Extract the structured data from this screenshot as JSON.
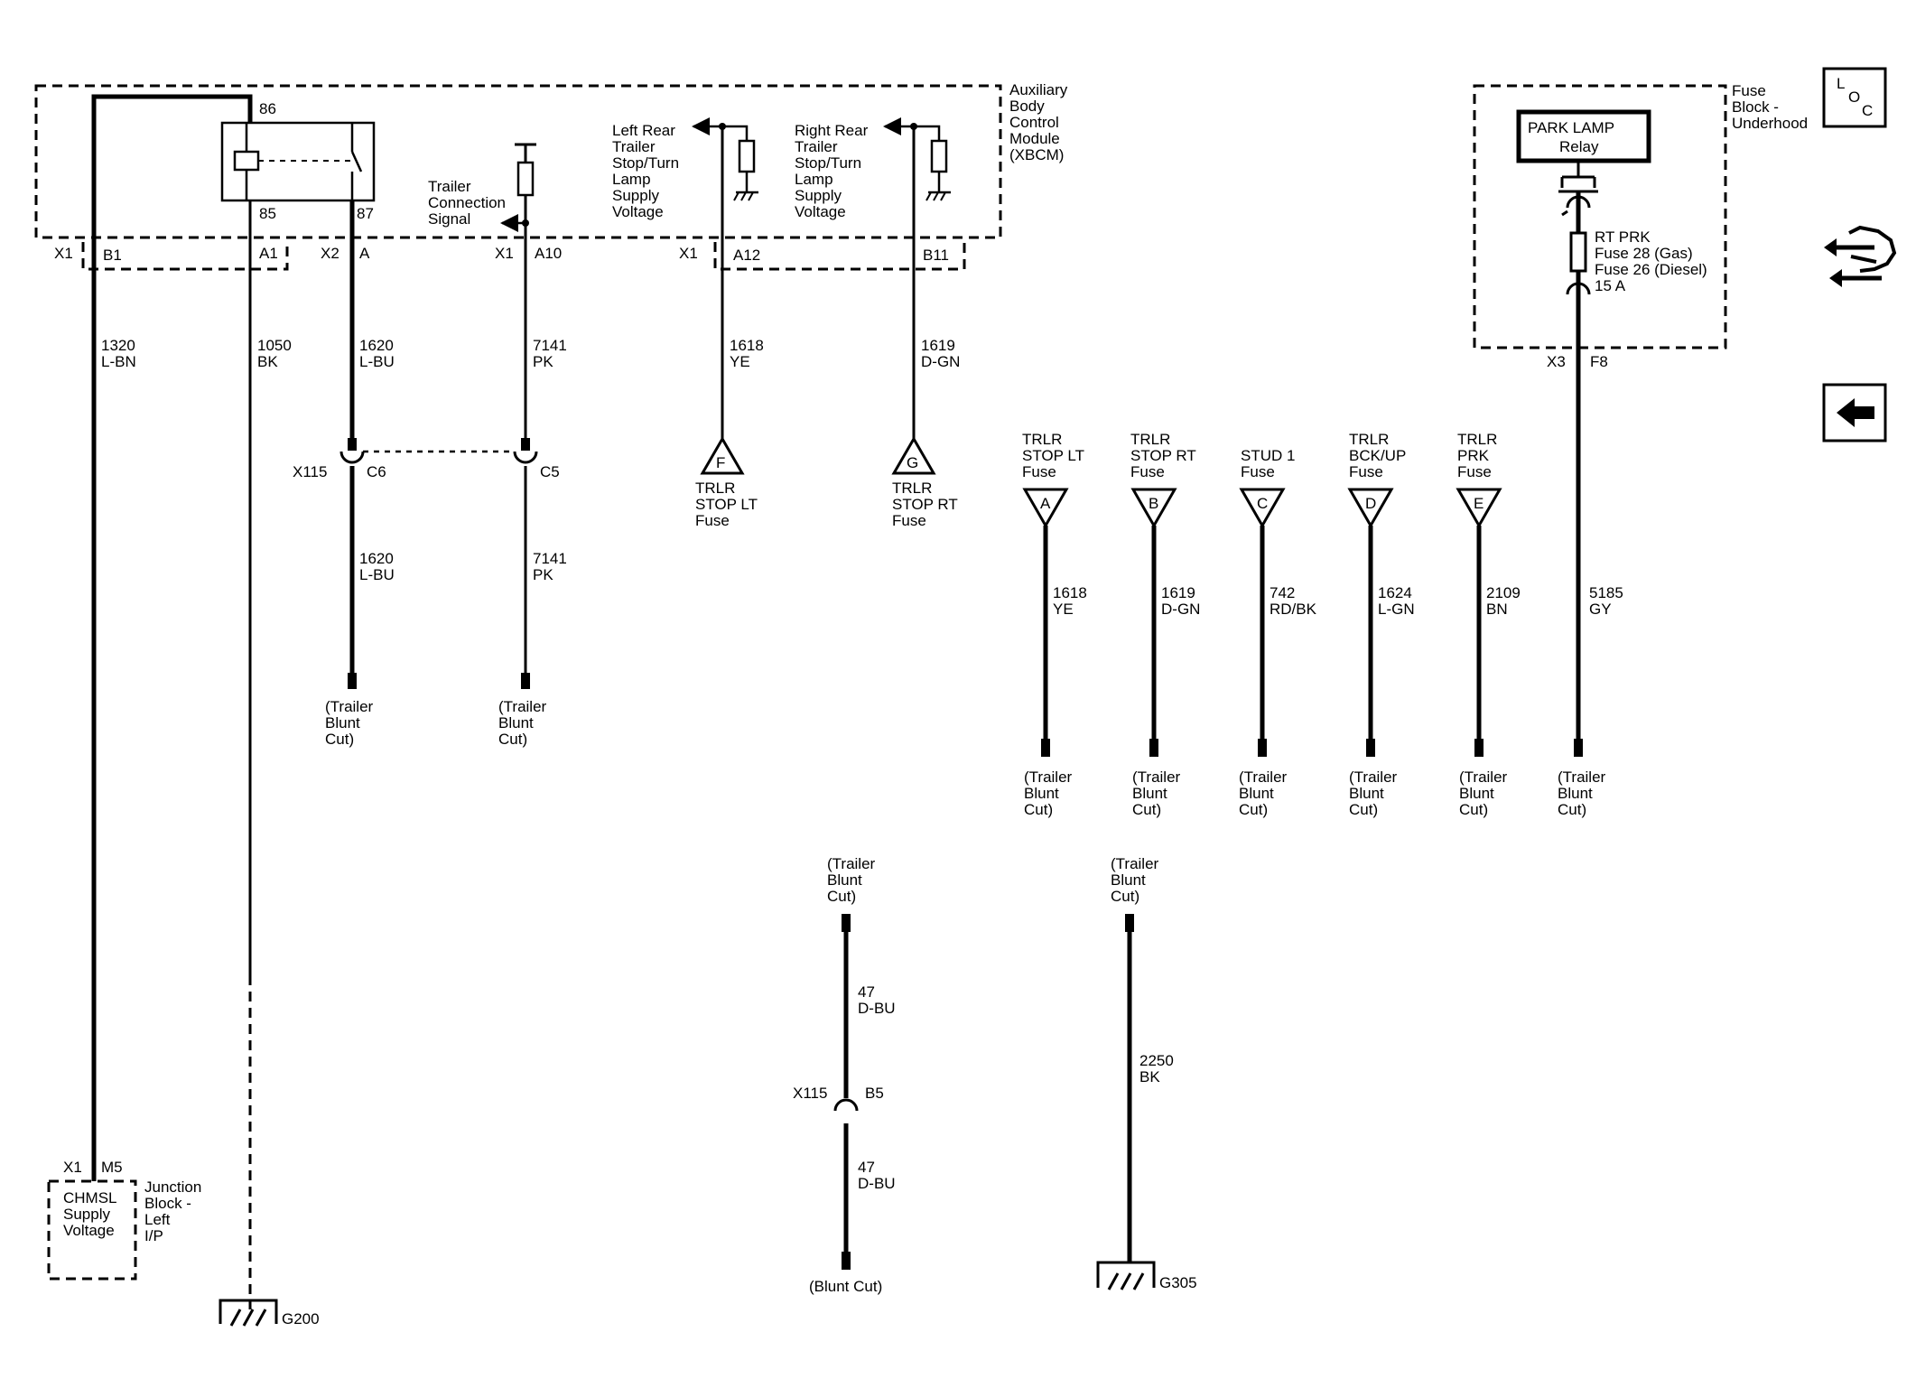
{
  "xbcm": {
    "name_lines": [
      "Auxiliary",
      "Body",
      "Control",
      "Module",
      "(XBCM)"
    ]
  },
  "relay": {
    "pin86": "86",
    "pin85": "85",
    "pin87": "87"
  },
  "signals": {
    "trailer_conn": [
      "Trailer",
      "Connection",
      "Signal"
    ],
    "left_rear": [
      "Left Rear",
      "Trailer",
      "Stop/Turn",
      "Lamp",
      "Supply",
      "Voltage"
    ],
    "right_rear": [
      "Right Rear",
      "Trailer",
      "Stop/Turn",
      "Lamp",
      "Supply",
      "Voltage"
    ]
  },
  "connectors": {
    "x1": "X1",
    "b1": "B1",
    "a1": "A1",
    "x2": "X2",
    "a": "A",
    "a10": "A10",
    "a12": "A12",
    "b11": "B11",
    "x115": "X115",
    "c6": "C6",
    "c5": "C5",
    "b5": "B5",
    "x3": "X3",
    "f8": "F8",
    "m5": "M5"
  },
  "wires": {
    "w1320": [
      "1320",
      "L-BN"
    ],
    "w1050": [
      "1050",
      "BK"
    ],
    "w1620": [
      "1620",
      "L-BU"
    ],
    "w7141": [
      "7141",
      "PK"
    ],
    "w1618": [
      "1618",
      "YE"
    ],
    "w1619": [
      "1619",
      "D-GN"
    ],
    "w742": [
      "742",
      "RD/BK"
    ],
    "w1624": [
      "1624",
      "L-GN"
    ],
    "w2109": [
      "2109",
      "BN"
    ],
    "w5185": [
      "5185",
      "GY"
    ],
    "w47": [
      "47",
      "D-BU"
    ],
    "w2250": [
      "2250",
      "BK"
    ]
  },
  "fuse_refs": {
    "f": {
      "letter": "F",
      "lines": [
        "TRLR",
        "STOP LT",
        "Fuse"
      ]
    },
    "g": {
      "letter": "G",
      "lines": [
        "TRLR",
        "STOP RT",
        "Fuse"
      ]
    },
    "a": {
      "letter": "A",
      "lines": [
        "TRLR",
        "STOP LT",
        "Fuse"
      ]
    },
    "b": {
      "letter": "B",
      "lines": [
        "TRLR",
        "STOP RT",
        "Fuse"
      ]
    },
    "c": {
      "letter": "C",
      "lines": [
        "STUD 1",
        "Fuse"
      ]
    },
    "d": {
      "letter": "D",
      "lines": [
        "TRLR",
        "BCK/UP",
        "Fuse"
      ]
    },
    "e": {
      "letter": "E",
      "lines": [
        "TRLR",
        "PRK",
        "Fuse"
      ]
    }
  },
  "blunt_cut": [
    "(Trailer",
    "Blunt",
    "Cut)"
  ],
  "blunt_cut_short": "(Blunt Cut)",
  "fuse_block": {
    "name_lines": [
      "Fuse",
      "Block -",
      "Underhood"
    ],
    "relay_lines": [
      "PARK LAMP",
      "Relay"
    ],
    "fuse_lines": [
      "RT PRK",
      "Fuse 28 (Gas)",
      "Fuse 26 (Diesel)",
      "15 A"
    ]
  },
  "junction": {
    "inner_lines": [
      "CHMSL",
      "Supply",
      "Voltage"
    ],
    "name_lines": [
      "Junction",
      "Block -",
      "Left",
      "I/P"
    ]
  },
  "grounds": {
    "g200": "G200",
    "g305": "G305"
  },
  "nav": {
    "loc_letters": [
      "L",
      "O",
      "C"
    ]
  }
}
